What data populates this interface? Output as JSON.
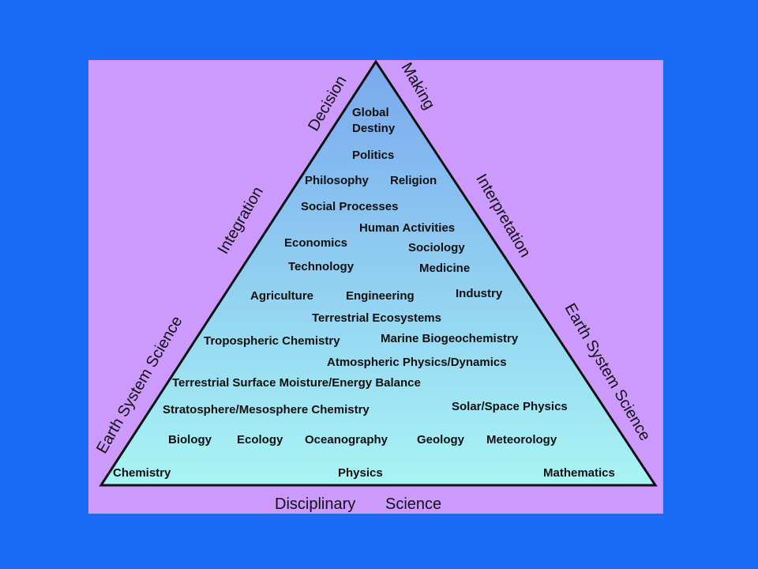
{
  "side_labels": {
    "decision": "Decision",
    "making": "Making",
    "integration": "Integration",
    "interpretation": "Interpretation",
    "ess_left": "Earth System Science",
    "ess_right": "Earth System Science",
    "disciplinary": "Disciplinary",
    "science": "Science"
  },
  "pyramid_labels": {
    "global": "Global",
    "destiny": "Destiny",
    "politics": "Politics",
    "philosophy": "Philosophy",
    "religion": "Religion",
    "social_processes": "Social Processes",
    "human_activities": "Human Activities",
    "economics": "Economics",
    "sociology": "Sociology",
    "technology": "Technology",
    "medicine": "Medicine",
    "agriculture": "Agriculture",
    "engineering": "Engineering",
    "industry": "Industry",
    "terrestrial_ecosystems": "Terrestrial Ecosystems",
    "tropospheric_chemistry": "Tropospheric Chemistry",
    "marine_biogeochemistry": "Marine Biogeochemistry",
    "atmospheric_physics": "Atmospheric Physics/Dynamics",
    "surface_moisture": "Terrestrial Surface Moisture/Energy Balance",
    "strat_meso": "Stratosphere/Mesosphere Chemistry",
    "solar_space": "Solar/Space Physics",
    "biology": "Biology",
    "ecology": "Ecology",
    "oceanography": "Oceanography",
    "geology": "Geology",
    "meteorology": "Meteorology",
    "chemistry": "Chemistry",
    "physics": "Physics",
    "mathematics": "Mathematics"
  },
  "colors": {
    "background": "#1a6cf5",
    "panel": "#cc99ff",
    "pyramid_top": "#7aa8ee",
    "pyramid_bottom": "#a8f4f4"
  }
}
